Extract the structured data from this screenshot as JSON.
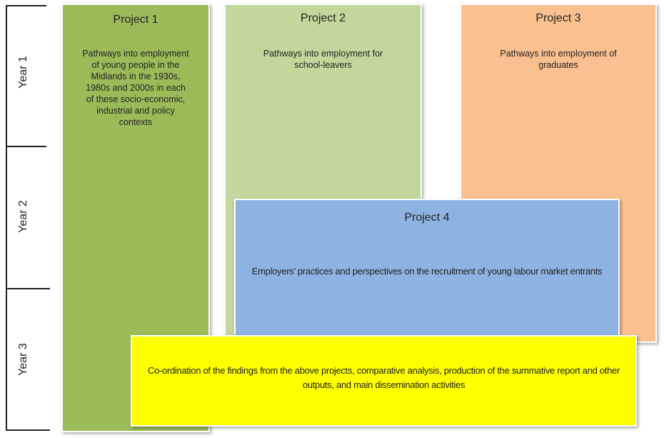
{
  "timeline": {
    "years": [
      "Year 1",
      "Year 2",
      "Year 3"
    ]
  },
  "projects": [
    {
      "title": "Project 1",
      "description": "Pathways into employment of young people in the Midlands in the 1930s, 1980s and 2000s in each of these socio-economic, industrial and policy contexts",
      "color": "#9bbb59"
    },
    {
      "title": "Project 2",
      "description": "Pathways into employment for school-leavers",
      "color": "#c3d69b"
    },
    {
      "title": "Project 3",
      "description": "Pathways into employment of graduates",
      "color": "#fac08f"
    },
    {
      "title": "Project 4",
      "description": "Employers’ practices and perspectives on the recruitment of young labour market entrants",
      "color": "#8db3e2"
    }
  ],
  "coordination": {
    "description": "Co-ordination of the findings from the above projects, comparative analysis, production of the summative report and other outputs, and main dissemination activities",
    "color": "#ffff00"
  }
}
